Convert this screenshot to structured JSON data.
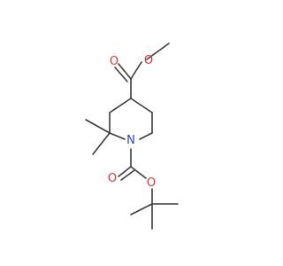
{
  "molecule": {
    "atoms": {
      "ester_carbonyl_o": "O",
      "ester_ether_o": "O",
      "ring_n": "N",
      "boc_carbonyl_o": "O",
      "boc_ether_o": "O"
    }
  },
  "colors": {
    "bond": "#3c3c3c",
    "oxygen": "#e0342c",
    "nitrogen": "#2a3fd6",
    "background": "#ffffff"
  }
}
